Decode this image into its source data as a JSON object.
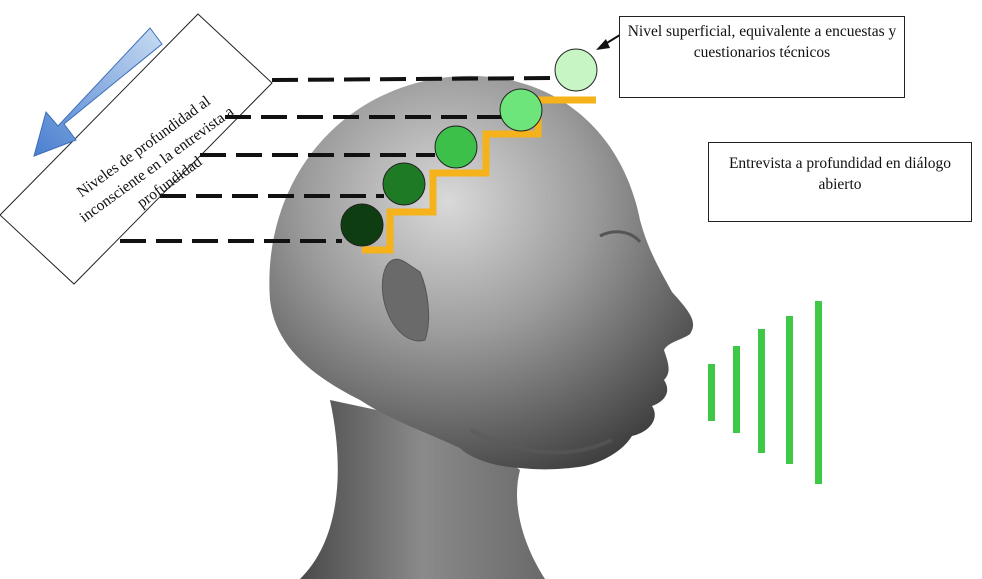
{
  "callouts": {
    "surface_level": "Nivel superficial, equivalente a encuestas y cuestionarios técnicos",
    "open_interview": "Entrevista a profundidad en diálogo abierto"
  },
  "depth_label": "Niveles de profundidad al inconsciente en la entrevista a profundidad",
  "levels": [
    {
      "color": "#0f3d12"
    },
    {
      "color": "#1e7a24"
    },
    {
      "color": "#3cc04a"
    },
    {
      "color": "#6ee57a"
    },
    {
      "color": "#c7f5c3"
    }
  ],
  "colors": {
    "stair": "#f5b21a",
    "sound_waves": "#3ec846",
    "arrow": "#5b8fd4",
    "head": "#8d8d8d"
  },
  "icons": {
    "head": "human-head-profile",
    "arrow": "down-left-arrow",
    "sound": "sound-wave-bars"
  }
}
